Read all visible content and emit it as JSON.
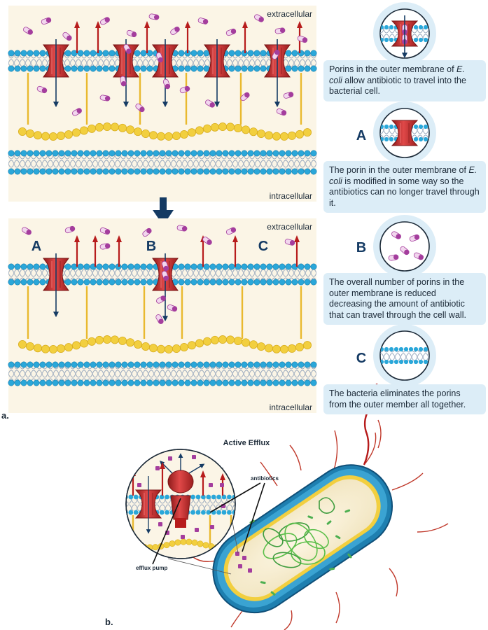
{
  "panel_a": {
    "top": {
      "extracellular": "extracellular",
      "intracellular": "intracellular"
    },
    "bottom": {
      "extracellular": "extracellular",
      "intracellular": "intracellular",
      "letters": [
        "A",
        "B",
        "C"
      ]
    },
    "part_label": "a."
  },
  "side_cards": [
    {
      "letter": "",
      "caption_before": "Porins in the outer membrane of ",
      "caption_italic": "E. coli",
      "caption_after": " allow antibiotic to travel into the bacterial cell."
    },
    {
      "letter": "A",
      "caption_before": "The porin in the outer membrane of ",
      "caption_italic": "E. coli",
      "caption_after": " is modified in some way so the antibiotics can no longer travel through it."
    },
    {
      "letter": "B",
      "caption_before": "The overall number of porins in the outer membrane is reduced decreasing the amount of antibiotic that can travel through the cell wall.",
      "caption_italic": "",
      "caption_after": ""
    },
    {
      "letter": "C",
      "caption_before": "The bacteria eliminates the porins from the outer member all together.",
      "caption_italic": "",
      "caption_after": ""
    }
  ],
  "panel_b": {
    "title": "Active Efflux",
    "label_antibiotics": "antibiotics",
    "label_efflux_pump": "efflux pump",
    "part_label": "b."
  },
  "colors": {
    "panel_bg": "#fbf5e6",
    "caption_bg": "#dcedf7",
    "lipid_head": "#2aa7d9",
    "porin_red": "#c62828",
    "antibiotic": "#a43d9d",
    "peptidoglycan": "#f2cf3f",
    "arrow_navy": "#143a63"
  }
}
